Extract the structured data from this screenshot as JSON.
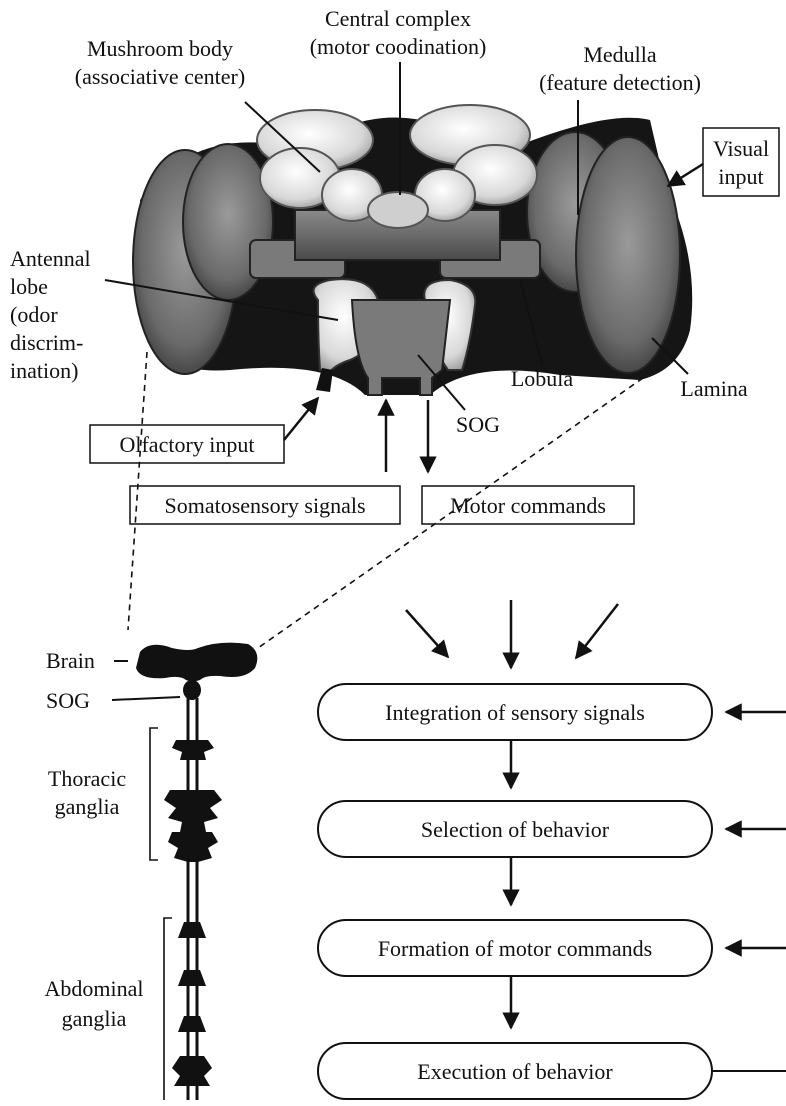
{
  "brain_labels": {
    "central_complex": [
      "Central complex",
      "(motor coodination)"
    ],
    "mushroom_body": [
      "Mushroom body",
      "(associative center)"
    ],
    "medulla": [
      "Medulla",
      "(feature detection)"
    ],
    "visual_input": [
      "Visual",
      "input"
    ],
    "antennal_lobe": [
      "Antennal",
      "lobe",
      "(odor",
      "discrim-",
      "ination)"
    ],
    "lobula": "Lobula",
    "lamina": "Lamina",
    "sog": "SOG",
    "olfactory_input": "Olfactory input",
    "somatosensory_signals": "Somatosensory signals",
    "motor_commands": "Motor commands"
  },
  "nervous_system_labels": {
    "brain": "Brain",
    "sog": "SOG",
    "thoracic_ganglia": [
      "Thoracic",
      "ganglia"
    ],
    "abdominal_ganglia": [
      "Abdominal",
      "ganglia"
    ]
  },
  "flow_steps": [
    "Integration of sensory signals",
    "Selection of behavior",
    "Formation of motor commands",
    "Execution of behavior"
  ]
}
